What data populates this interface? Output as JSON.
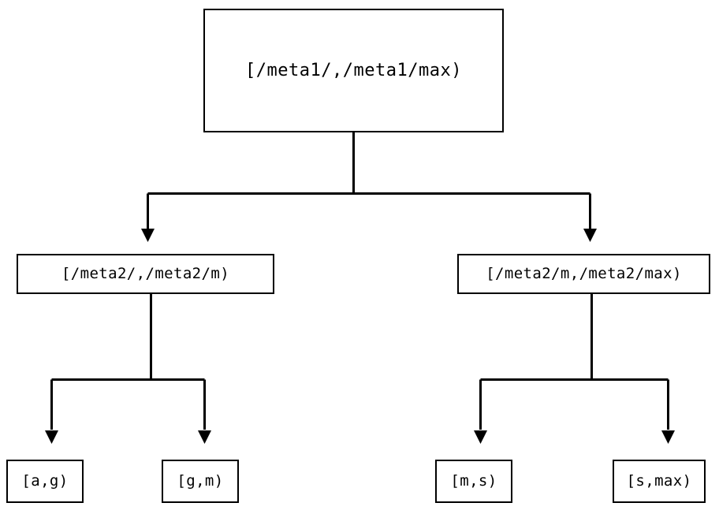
{
  "diagram": {
    "type": "binary-interval-tree",
    "stroke_color": "#000000",
    "fill_color": "#ffffff",
    "nodes": {
      "root": {
        "label": "[/meta1/,/meta1/max)"
      },
      "mid_left": {
        "label": "[/meta2/,/meta2/m)"
      },
      "mid_right": {
        "label": "[/meta2/m,/meta2/max)"
      },
      "leaf_ag": {
        "label": "[a,g)"
      },
      "leaf_gm": {
        "label": "[g,m)"
      },
      "leaf_ms": {
        "label": "[m,s)"
      },
      "leaf_smax": {
        "label": "[s,max)"
      }
    },
    "edges": [
      {
        "from": "root",
        "to": "mid_left",
        "arrow": "triangle-down"
      },
      {
        "from": "root",
        "to": "mid_right",
        "arrow": "triangle-down"
      },
      {
        "from": "mid_left",
        "to": "leaf_ag",
        "arrow": "triangle-down"
      },
      {
        "from": "mid_left",
        "to": "leaf_gm",
        "arrow": "triangle-down"
      },
      {
        "from": "mid_right",
        "to": "leaf_ms",
        "arrow": "triangle-down"
      },
      {
        "from": "mid_right",
        "to": "leaf_smax",
        "arrow": "triangle-down"
      }
    ]
  }
}
